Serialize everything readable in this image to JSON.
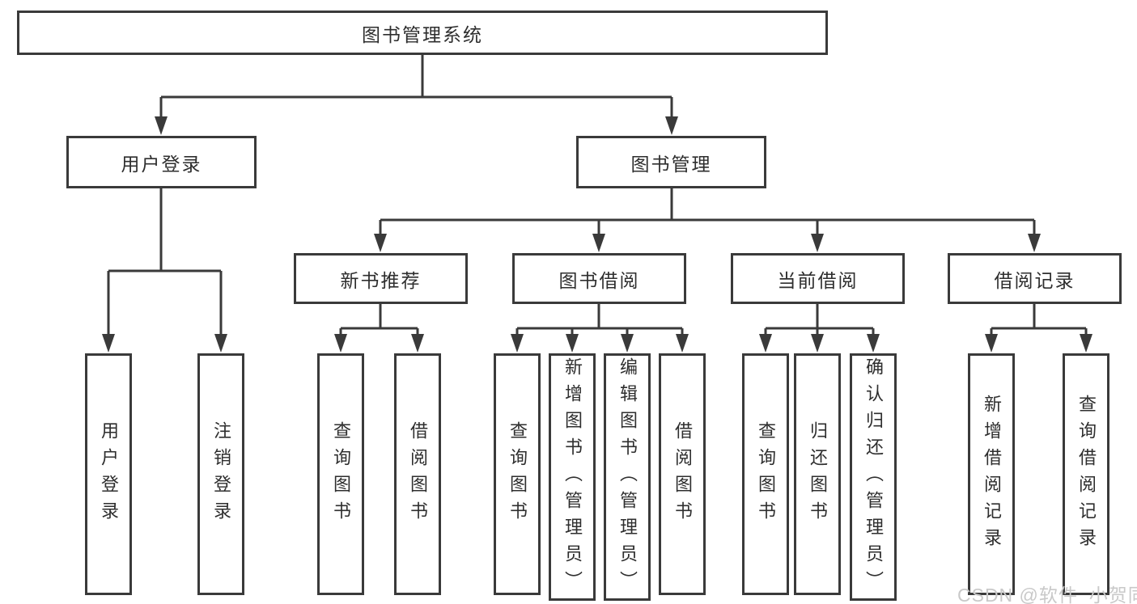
{
  "colors": {
    "line": "#3a3a3a",
    "text": "#2e2e2e",
    "page-bg": "#ffffff",
    "watermark": "#c9c9c9"
  },
  "nodes": {
    "root": "图书管理系统",
    "level2": [
      {
        "id": "user-login",
        "label": "用户登录"
      },
      {
        "id": "book-management",
        "label": "图书管理"
      }
    ],
    "level3": [
      {
        "id": "new-book-recommend",
        "label": "新书推荐"
      },
      {
        "id": "book-borrow",
        "label": "图书借阅"
      },
      {
        "id": "current-borrow",
        "label": "当前借阅"
      },
      {
        "id": "borrow-records",
        "label": "借阅记录"
      }
    ],
    "leaves": {
      "user_login": [
        "用户登录",
        "注销登录"
      ],
      "new_book": [
        "查询图书",
        "借阅图书"
      ],
      "book_borrow": [
        "查询图书",
        "新增图书（管理员）",
        "编辑图书（管理员）",
        "借阅图书"
      ],
      "current_borrow": [
        "查询图书",
        "归还图书",
        "确认归还（管理员）"
      ],
      "borrow_records": [
        "新增借阅记录",
        "查询借阅记录"
      ]
    }
  },
  "watermark": "CSDN @软件_小贺同学"
}
